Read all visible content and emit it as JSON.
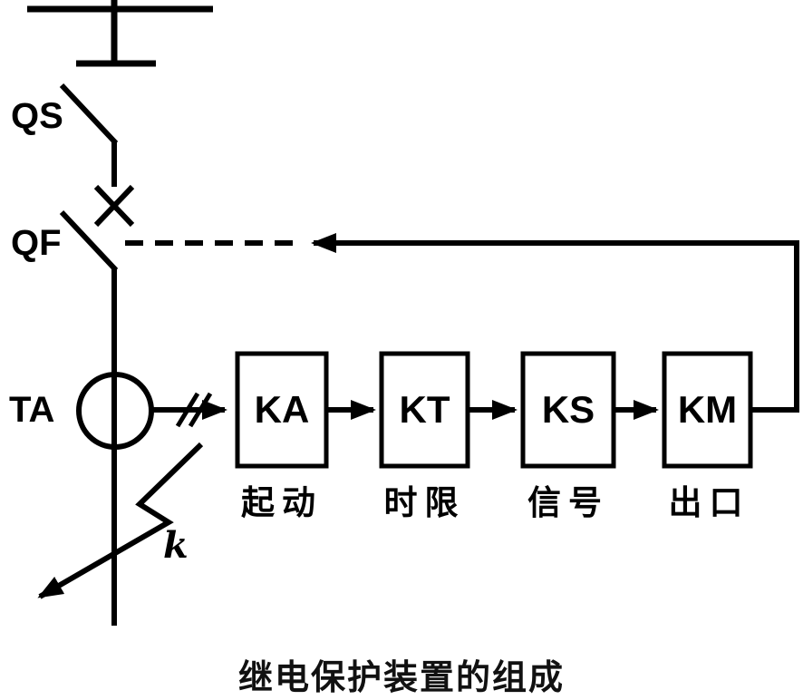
{
  "diagram": {
    "title": "继电保护装置的组成",
    "labels": {
      "qs": "QS",
      "qf": "QF",
      "ta": "TA",
      "fault": "k"
    },
    "blocks": [
      {
        "id": "KA",
        "label": "KA",
        "caption": "起动"
      },
      {
        "id": "KT",
        "label": "KT",
        "caption": "时限"
      },
      {
        "id": "KS",
        "label": "KS",
        "caption": "信号"
      },
      {
        "id": "KM",
        "label": "KM",
        "caption": "出口"
      }
    ],
    "colors": {
      "line": "#000000",
      "background": "#ffffff"
    }
  }
}
